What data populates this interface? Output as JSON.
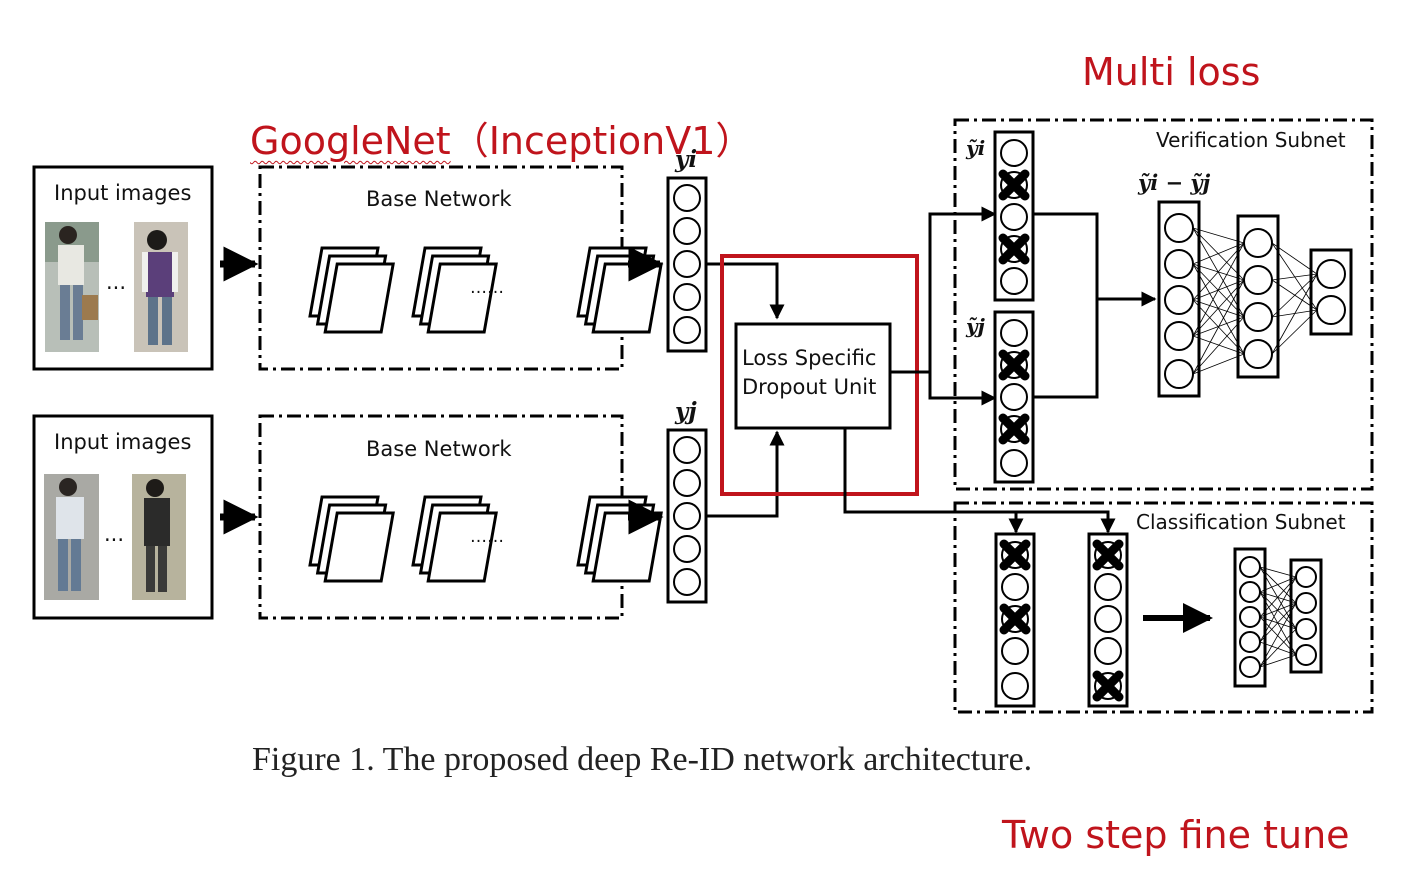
{
  "annotations": {
    "multi_loss": "Multi loss",
    "googlenet": "GoogleNet",
    "inception": "（InceptionV1）",
    "two_step": "Two step fine tune"
  },
  "inputs": {
    "top_label": "Input images",
    "bottom_label": "Input images",
    "ellipsis": "..."
  },
  "base_network": {
    "top_label": "Base Network",
    "bottom_label": "Base Network",
    "ellipsis": "……"
  },
  "features": {
    "yi": "yi",
    "yj": "yj"
  },
  "dropout_unit": {
    "line1": "Loss Specific",
    "line2": "Dropout Unit"
  },
  "verification": {
    "title": "Verification Subnet",
    "yi_tilde": "ỹi",
    "yj_tilde": "ỹj",
    "diff": "ỹi − ỹj"
  },
  "classification": {
    "title": "Classification Subnet"
  },
  "caption": "Figure 1. The proposed deep Re-ID network architecture.",
  "colors": {
    "highlight": "#c0141c",
    "line": "#000000"
  }
}
